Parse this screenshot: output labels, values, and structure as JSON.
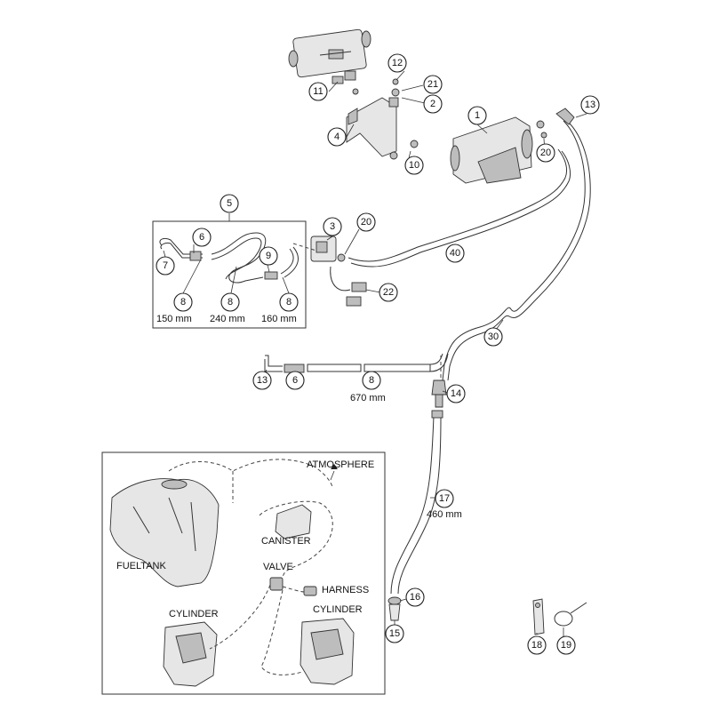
{
  "callouts": {
    "c1": "1",
    "c2": "2",
    "c3": "3",
    "c4": "4",
    "c5": "5",
    "c6a": "6",
    "c6b": "6",
    "c7": "7",
    "c8a": "8",
    "c8b": "8",
    "c8c": "8",
    "c8d": "8",
    "c9": "9",
    "c10": "10",
    "c11": "11",
    "c12": "12",
    "c13a": "13",
    "c13b": "13",
    "c14": "14",
    "c15": "15",
    "c16": "16",
    "c17": "17",
    "c18": "18",
    "c19": "19",
    "c20a": "20",
    "c20b": "20",
    "c21": "21",
    "c22": "22",
    "c30": "30",
    "c40": "40"
  },
  "lengths": {
    "l150": "150 mm",
    "l240": "240 mm",
    "l160": "160 mm",
    "l670": "670 mm",
    "l460": "460 mm"
  },
  "schematic": {
    "atmosphere": "ATMOSPHERE",
    "canister": "CANISTER",
    "fueltank": "FUELTANK",
    "valve": "VALVE",
    "harness": "HARNESS",
    "cylinder_left": "CYLINDER",
    "cylinder_right": "CYLINDER"
  }
}
